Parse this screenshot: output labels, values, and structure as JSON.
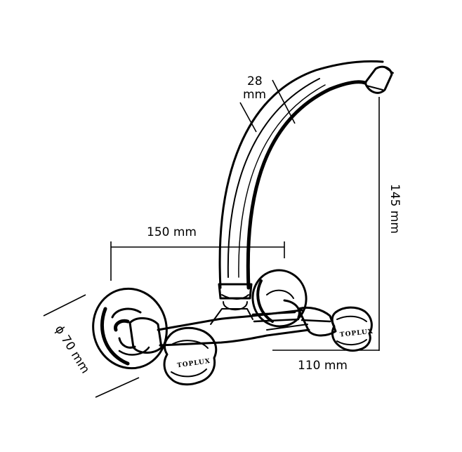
{
  "dimensions": {
    "spout_diameter_value": "28",
    "spout_diameter_unit": "mm",
    "spout_height": "145 mm",
    "center_distance": "150 mm",
    "spout_reach": "110 mm",
    "flange_diameter": "ϕ 70 mm"
  },
  "product": {
    "brand_label": "TOPLUX"
  }
}
